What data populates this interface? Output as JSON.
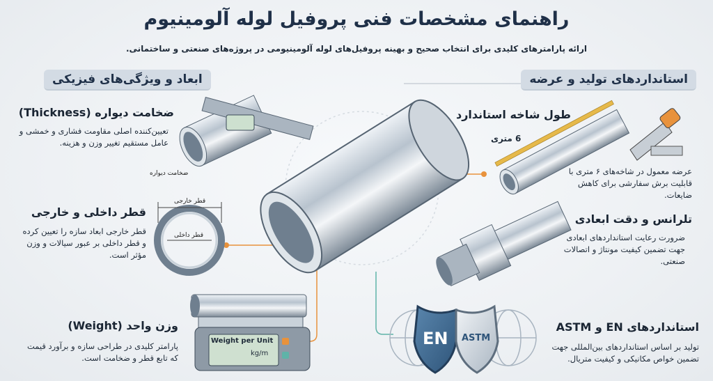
{
  "title": "راهنمای مشخصات فنی پروفیل لوله آلومینیوم",
  "subtitle": "ارائه پارامترهای کلیدی برای انتخاب صحیح و بهینه پروفیل‌های لوله آلومینیومی در پروژه‌های صنعتی و ساختمانی.",
  "left_section": {
    "header": "ابعاد و ویژگی‌های فیزیکی",
    "items": [
      {
        "title": "ضخامت دیواره (Thickness)",
        "desc": "تعیین‌کننده اصلی مقاومت فشاری و خمشی و عامل مستقیم تغییر وزن و هزینه.",
        "label": "ضخامت دیواره"
      },
      {
        "title": "قطر داخلی و خارجی",
        "desc": "قطر خارجی ابعاد سازه را تعیین کرده و قطر داخلی بر عبور سیالات و وزن مؤثر است.",
        "outer_label": "قطر خارجی",
        "inner_label": "قطر داخلی"
      },
      {
        "title": "وزن واحد (Weight)",
        "desc": "پارامتر کلیدی در طراحی سازه و برآورد قیمت که تابع قطر و ضخامت است.",
        "scale_line1": "Weight per Unit",
        "scale_line2": "kg/m"
      }
    ]
  },
  "right_section": {
    "header": "استانداردهای تولید و عرضه",
    "items": [
      {
        "title": "طول شاخه استاندارد",
        "length_label": "6 متری",
        "desc": "عرضه معمول در شاخه‌های ۶ متری با قابلیت برش سفارشی برای کاهش ضایعات."
      },
      {
        "title": "تلرانس و دقت ابعادی",
        "desc": "ضرورت رعایت استانداردهای ابعادی جهت تضمین کیفیت مونتاژ و اتصالات صنعتی."
      },
      {
        "title": "استانداردهای EN و ASTM",
        "desc": "تولید بر اساس استانداردهای بین‌المللی جهت تضمین خواص مکانیکی و کیفیت متریال.",
        "badge1": "EN",
        "badge2": "ASTM"
      }
    ]
  },
  "colors": {
    "accent_orange": "#e8923c",
    "accent_teal": "#5fb3a8",
    "navy": "#1f3048",
    "shield_blue": "#3f6e96"
  }
}
